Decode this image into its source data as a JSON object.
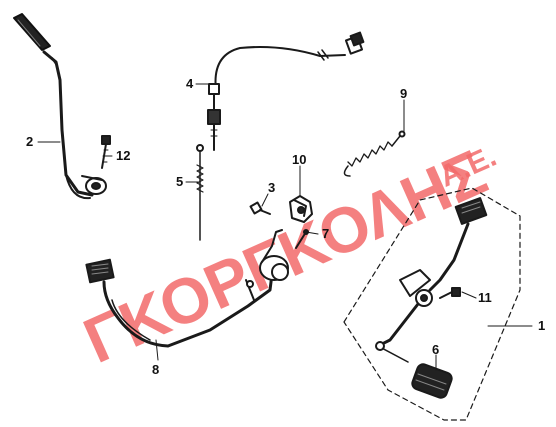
{
  "diagram": {
    "callouts": [
      {
        "id": "c1",
        "label": "1"
      },
      {
        "id": "c2",
        "label": "2"
      },
      {
        "id": "c3",
        "label": "3"
      },
      {
        "id": "c4",
        "label": "4"
      },
      {
        "id": "c5",
        "label": "5"
      },
      {
        "id": "c6",
        "label": "6"
      },
      {
        "id": "c7",
        "label": "7"
      },
      {
        "id": "c8",
        "label": "8"
      },
      {
        "id": "c9",
        "label": "9"
      },
      {
        "id": "c10",
        "label": "10"
      },
      {
        "id": "c11",
        "label": "11"
      },
      {
        "id": "c12",
        "label": "12"
      }
    ],
    "watermark": {
      "main": "ΓΚΟΡΓΚΟΛΗΣ",
      "suffix": "Α.Ε.",
      "color": "#f26a6a"
    },
    "line_color": "#1a1a1a"
  }
}
